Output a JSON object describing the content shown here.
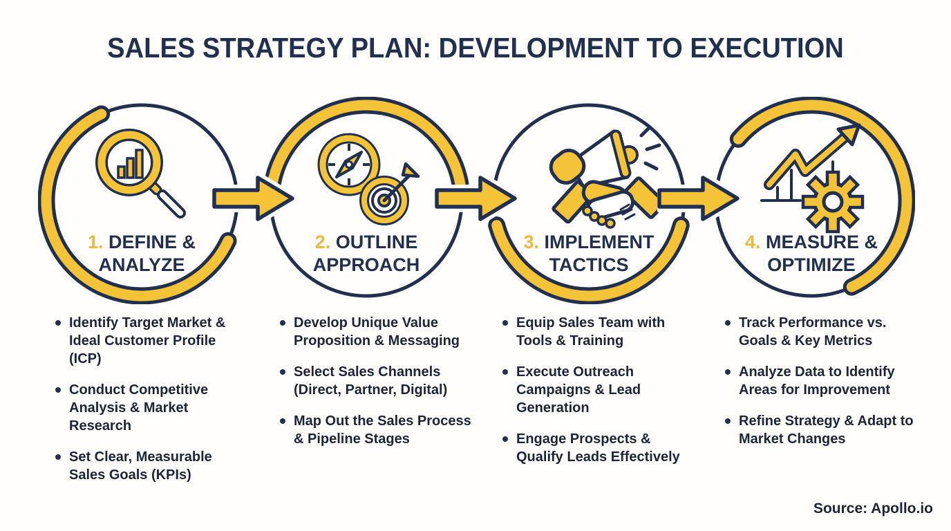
{
  "title": "SALES STRATEGY PLAN: DEVELOPMENT TO EXECUTION",
  "source": "Source: Apollo.io",
  "colors": {
    "navy": "#22304F",
    "yellow": "#F4C337",
    "number_yellow": "#EFB93C",
    "body_text": "#1C2538",
    "background": "#FFFFFF"
  },
  "steps": [
    {
      "number": "1.",
      "label_line1": "DEFINE &",
      "label_line2": "ANALYZE",
      "icon": "magnifier-bar-chart-icon",
      "bullets": [
        "Identify Target Market & Ideal Customer Profile (ICP)",
        "Conduct Competitive Analysis & Market Research",
        "Set Clear, Measurable Sales Goals (KPIs)"
      ]
    },
    {
      "number": "2.",
      "label_line1": "OUTLINE",
      "label_line2": "APPROACH",
      "icon": "compass-target-icon",
      "bullets": [
        "Develop Unique Value Proposition & Messaging",
        "Select Sales Channels (Direct, Partner, Digital)",
        "Map Out the Sales Process & Pipeline Stages"
      ]
    },
    {
      "number": "3.",
      "label_line1": "IMPLEMENT",
      "label_line2": "TACTICS",
      "icon": "megaphone-handshake-icon",
      "bullets": [
        "Equip Sales Team with Tools & Training",
        "Execute Outreach Campaigns & Lead Generation",
        "Engage Prospects & Qualify Leads Effectively"
      ]
    },
    {
      "number": "4.",
      "label_line1": "MEASURE &",
      "label_line2": "OPTIMIZE",
      "icon": "growth-chart-gear-icon",
      "bullets": [
        "Track Performance vs. Goals & Key Metrics",
        "Analyze Data to Identify Areas for Improvement",
        "Refine Strategy & Adapt to Market Changes"
      ]
    }
  ]
}
